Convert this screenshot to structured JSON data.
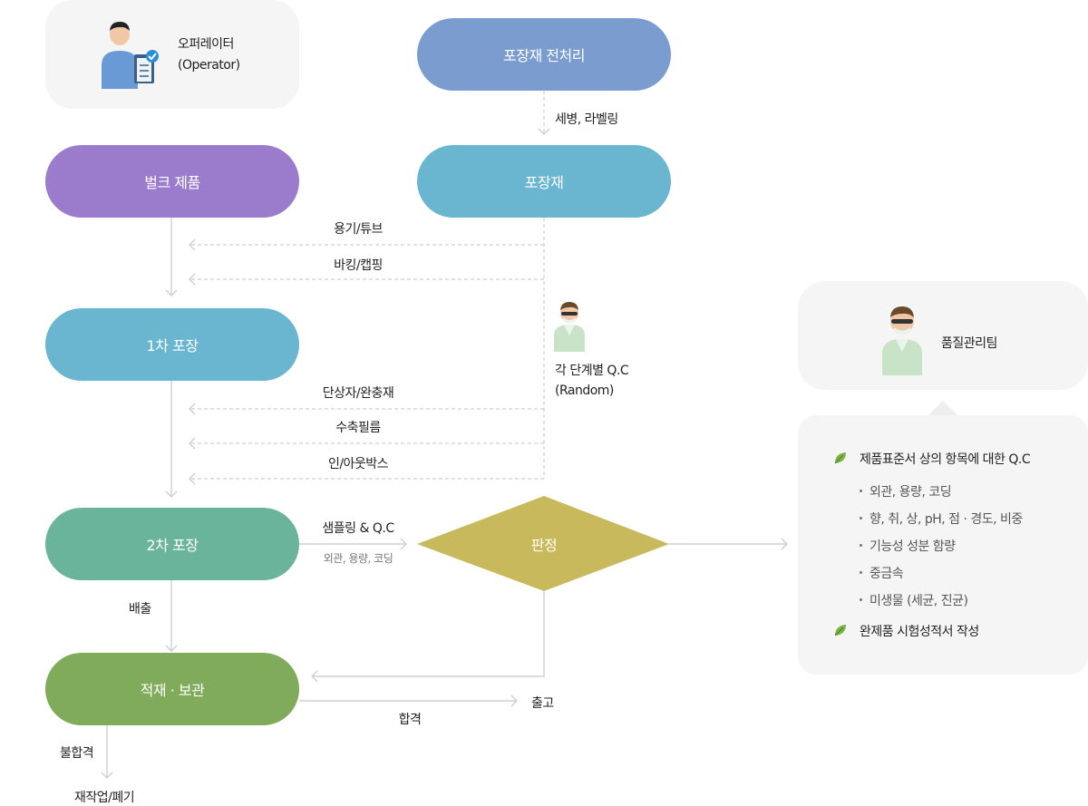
{
  "operator": {
    "line1": "오퍼레이터",
    "line2": "(Operator)"
  },
  "nodes": {
    "pack_pre": "포장재 전처리",
    "pack_material": "포장재",
    "bulk": "벌크 제품",
    "primary": "1차 포장",
    "secondary": "2차 포장",
    "storage": "적재 · 보관",
    "judgement": "판정"
  },
  "edges": {
    "wash_label": "세병, 라벨링",
    "container": "용기/튜브",
    "capping": "바킹/캡핑",
    "carton": "단상자/완충재",
    "shrink": "수축필름",
    "inout_box": "인/아웃박스",
    "sampling": "샘플링 & Q.C",
    "sampling_sub": "외관, 용량, 코딩",
    "discharge": "배출",
    "pass": "합격",
    "ship": "출고",
    "fail": "불합격",
    "rework": "재작업/폐기"
  },
  "stage_qc": {
    "line1": "각 단계별 Q.C",
    "line2": "(Random)"
  },
  "qc_team": {
    "title": "품질관리팀"
  },
  "qc_list": {
    "item1": "제품표준서 상의 항목에 대한 Q.C",
    "sub": [
      "외관, 용량, 코딩",
      "향, 취, 상, pH, 점 · 경도, 비중",
      "기능성 성분 함량",
      "중금속",
      "미생물 (세균, 진균)"
    ],
    "item2": "완제품 시험성적서 작성"
  },
  "colors": {
    "pre": "#7b9ccf",
    "material": "#6ab5d0",
    "bulk": "#9b7ccc",
    "primary": "#6ab5d0",
    "secondary": "#6bb49c",
    "storage": "#80ab5a",
    "diamond": "#c8b95c",
    "card": "#f5f5f5"
  }
}
